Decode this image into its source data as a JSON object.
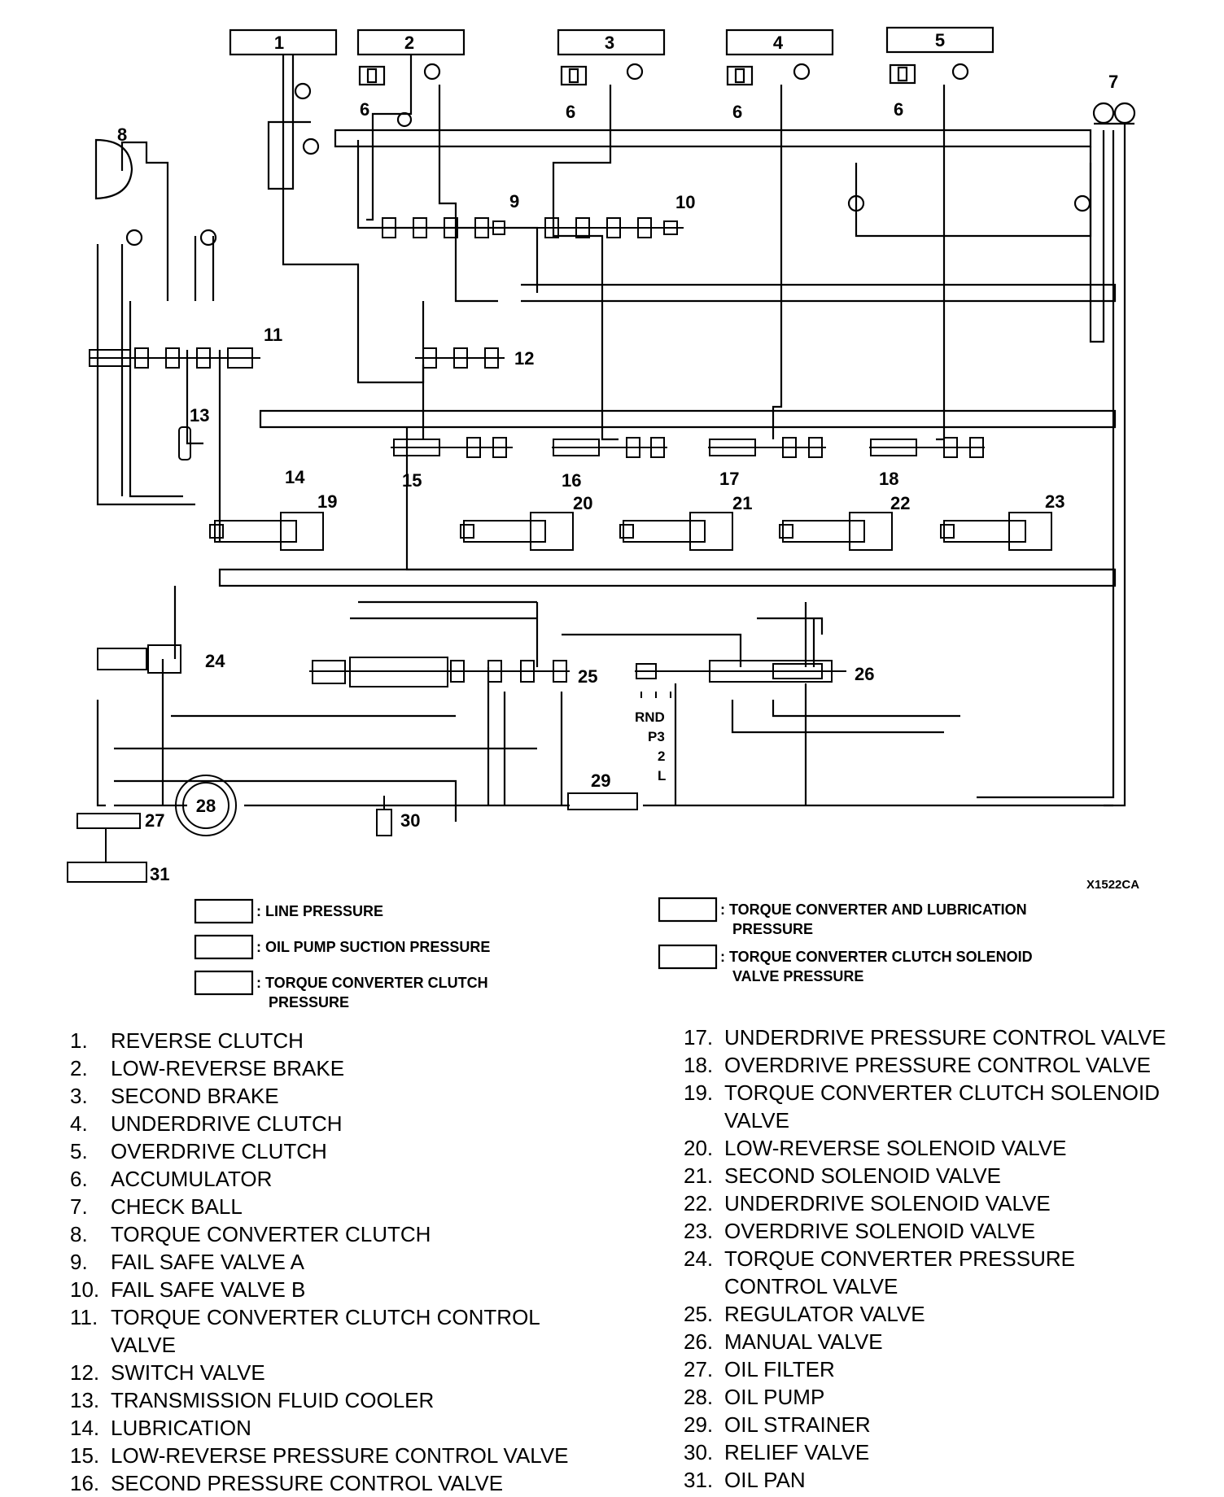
{
  "diagram": {
    "figure_code": "X1522CA",
    "top_components": [
      "1",
      "2",
      "3",
      "4",
      "5"
    ],
    "callouts": [
      "6",
      "7",
      "8",
      "9",
      "10",
      "11",
      "12",
      "13",
      "14",
      "15",
      "16",
      "17",
      "18",
      "19",
      "20",
      "21",
      "22",
      "23",
      "24",
      "25",
      "26",
      "27",
      "28",
      "29",
      "30",
      "31"
    ],
    "manual_positions": [
      "RND",
      "P3",
      "2",
      "L"
    ]
  },
  "legend": {
    "items": [
      {
        "text": ": LINE PRESSURE"
      },
      {
        "text": ": OIL PUMP SUCTION PRESSURE"
      },
      {
        "text": ": TORQUE CONVERTER CLUTCH",
        "text2": "PRESSURE"
      },
      {
        "text": ": TORQUE CONVERTER AND LUBRICATION",
        "text2": "PRESSURE"
      },
      {
        "text": ": TORQUE CONVERTER CLUTCH SOLENOID",
        "text2": "VALVE PRESSURE"
      }
    ]
  },
  "components_left": [
    {
      "num": "1.",
      "text": "REVERSE CLUTCH"
    },
    {
      "num": "2.",
      "text": "LOW-REVERSE BRAKE"
    },
    {
      "num": "3.",
      "text": "SECOND BRAKE"
    },
    {
      "num": "4.",
      "text": "UNDERDRIVE CLUTCH"
    },
    {
      "num": "5.",
      "text": "OVERDRIVE CLUTCH"
    },
    {
      "num": "6.",
      "text": "ACCUMULATOR"
    },
    {
      "num": "7.",
      "text": "CHECK BALL"
    },
    {
      "num": "8.",
      "text": "TORQUE CONVERTER CLUTCH"
    },
    {
      "num": "9.",
      "text": "FAIL SAFE VALVE A"
    },
    {
      "num": "10.",
      "text": "FAIL SAFE VALVE B"
    },
    {
      "num": "11.",
      "text": "TORQUE CONVERTER CLUTCH CONTROL",
      "text2": "VALVE"
    },
    {
      "num": "12.",
      "text": "SWITCH VALVE"
    },
    {
      "num": "13.",
      "text": "TRANSMISSION FLUID COOLER"
    },
    {
      "num": "14.",
      "text": "LUBRICATION"
    },
    {
      "num": "15.",
      "text": "LOW-REVERSE PRESSURE CONTROL VALVE"
    },
    {
      "num": "16.",
      "text": "SECOND PRESSURE CONTROL VALVE"
    }
  ],
  "components_right": [
    {
      "num": "17.",
      "text": "UNDERDRIVE PRESSURE CONTROL VALVE"
    },
    {
      "num": "18.",
      "text": "OVERDRIVE PRESSURE CONTROL VALVE"
    },
    {
      "num": "19.",
      "text": "TORQUE CONVERTER CLUTCH SOLENOID",
      "text2": "VALVE"
    },
    {
      "num": "20.",
      "text": "LOW-REVERSE SOLENOID VALVE"
    },
    {
      "num": "21.",
      "text": "SECOND SOLENOID VALVE"
    },
    {
      "num": "22.",
      "text": "UNDERDRIVE SOLENOID VALVE"
    },
    {
      "num": "23.",
      "text": "OVERDRIVE SOLENOID VALVE"
    },
    {
      "num": "24.",
      "text": "TORQUE CONVERTER PRESSURE",
      "text2": "CONTROL VALVE"
    },
    {
      "num": "25.",
      "text": "REGULATOR VALVE"
    },
    {
      "num": "26.",
      "text": "MANUAL VALVE"
    },
    {
      "num": "27.",
      "text": "OIL FILTER"
    },
    {
      "num": "28.",
      "text": "OIL PUMP"
    },
    {
      "num": "29.",
      "text": "OIL STRAINER"
    },
    {
      "num": "30.",
      "text": "RELIEF VALVE"
    },
    {
      "num": "31.",
      "text": "OIL PAN"
    }
  ]
}
